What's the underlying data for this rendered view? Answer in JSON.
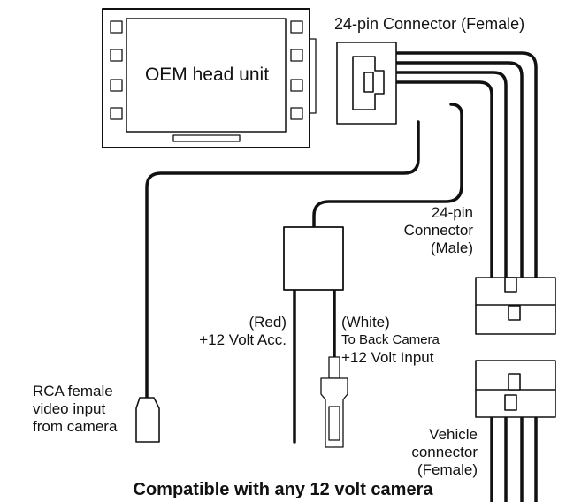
{
  "head_unit": {
    "label": "OEM head unit"
  },
  "female_connector": {
    "label": "24-pin Connector (Female)"
  },
  "male_connector": {
    "lines": [
      "24-pin",
      "Connector",
      "(Male)"
    ]
  },
  "power_wire": {
    "lines": [
      "(Red)",
      "+12 Volt Acc."
    ],
    "color": "Red"
  },
  "camera_wire": {
    "lines": [
      "(White)",
      "To Back Camera",
      "+12 Volt Input"
    ],
    "color": "White"
  },
  "rca_input": {
    "lines": [
      "RCA female",
      "video input",
      "from camera"
    ]
  },
  "vehicle_connector": {
    "lines": [
      "Vehicle",
      "connector",
      "(Female)"
    ]
  },
  "footer": {
    "text": "Compatible with any 12 volt camera"
  }
}
